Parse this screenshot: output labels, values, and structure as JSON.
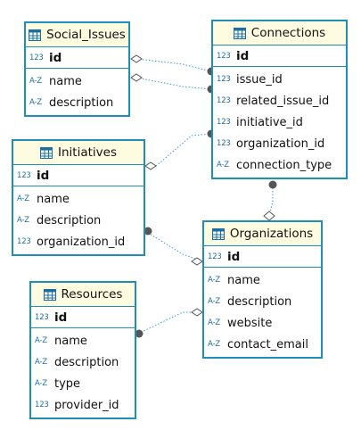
{
  "icons": {
    "table": "table-grid-icon",
    "numeric": "numeric-type-icon",
    "text": "text-type-icon"
  },
  "colors": {
    "border": "#1f8fb8",
    "header_bg": "#fdfbe0",
    "link": "#3a9fbf",
    "marker": "#555555"
  },
  "type_labels": {
    "numeric": "123",
    "text": "A-Z"
  },
  "entities": {
    "social_issues": {
      "title": "Social_Issues",
      "pk": {
        "name": "id",
        "type": "numeric"
      },
      "columns": [
        {
          "name": "name",
          "type": "text"
        },
        {
          "name": "description",
          "type": "text"
        }
      ]
    },
    "connections": {
      "title": "Connections",
      "pk": {
        "name": "id",
        "type": "numeric"
      },
      "columns": [
        {
          "name": "issue_id",
          "type": "numeric"
        },
        {
          "name": "related_issue_id",
          "type": "numeric"
        },
        {
          "name": "initiative_id",
          "type": "numeric"
        },
        {
          "name": "organization_id",
          "type": "numeric"
        },
        {
          "name": "connection_type",
          "type": "text"
        }
      ]
    },
    "initiatives": {
      "title": "Initiatives",
      "pk": {
        "name": "id",
        "type": "numeric"
      },
      "columns": [
        {
          "name": "name",
          "type": "text"
        },
        {
          "name": "description",
          "type": "text"
        },
        {
          "name": "organization_id",
          "type": "numeric"
        }
      ]
    },
    "organizations": {
      "title": "Organizations",
      "pk": {
        "name": "id",
        "type": "numeric"
      },
      "columns": [
        {
          "name": "name",
          "type": "text"
        },
        {
          "name": "description",
          "type": "text"
        },
        {
          "name": "website",
          "type": "text"
        },
        {
          "name": "contact_email",
          "type": "text"
        }
      ]
    },
    "resources": {
      "title": "Resources",
      "pk": {
        "name": "id",
        "type": "numeric"
      },
      "columns": [
        {
          "name": "name",
          "type": "text"
        },
        {
          "name": "description",
          "type": "text"
        },
        {
          "name": "type",
          "type": "text"
        },
        {
          "name": "provider_id",
          "type": "numeric"
        }
      ]
    }
  }
}
